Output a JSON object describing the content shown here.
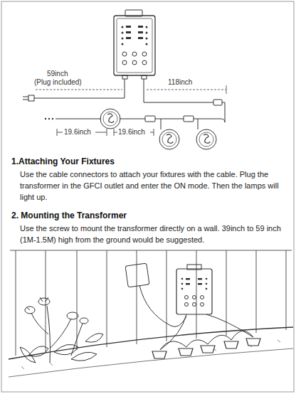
{
  "diagram": {
    "labels": [
      "59inch",
      "(Plug included)",
      "118inch",
      "19.6inch",
      "19.6inch",
      "1.Attaching Your Fixtures",
      "Use the cable connectors to attach your fixtures with the cable. Plug the transformer in the GFCI outlet and enter the ON mode. Then the lamps will light up.",
      "2. Mounting the Transformer",
      "Use the screw to mount the transformer directly on a wall. 39inch to 59 inch (1M-1.5M) high from the ground would be suggested."
    ]
  }
}
